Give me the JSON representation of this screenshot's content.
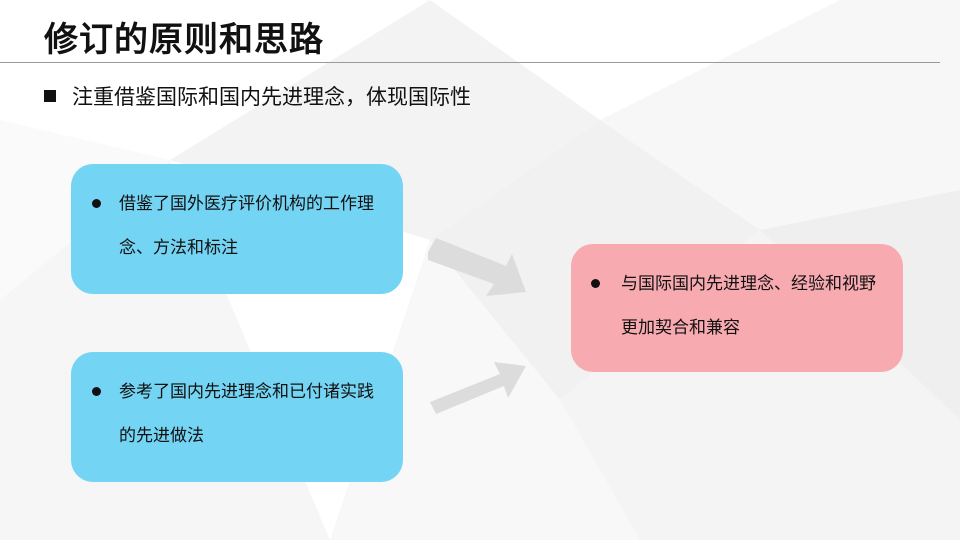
{
  "slide": {
    "title": "修订的原则和思路",
    "subtitle": "注重借鉴国际和国内先进理念，体现国际性"
  },
  "cards": {
    "top_left": "借鉴了国外医疗评价机构的工作理念、方法和标注",
    "bottom_left": "参考了国内先进理念和已付诸实践的先进做法",
    "right": "与国际国内先进理念、经验和视野更加契合和兼容"
  },
  "colors": {
    "card_blue": "#74d4f4",
    "card_pink": "#f8aab1",
    "arrow": "#dcdcdc"
  }
}
